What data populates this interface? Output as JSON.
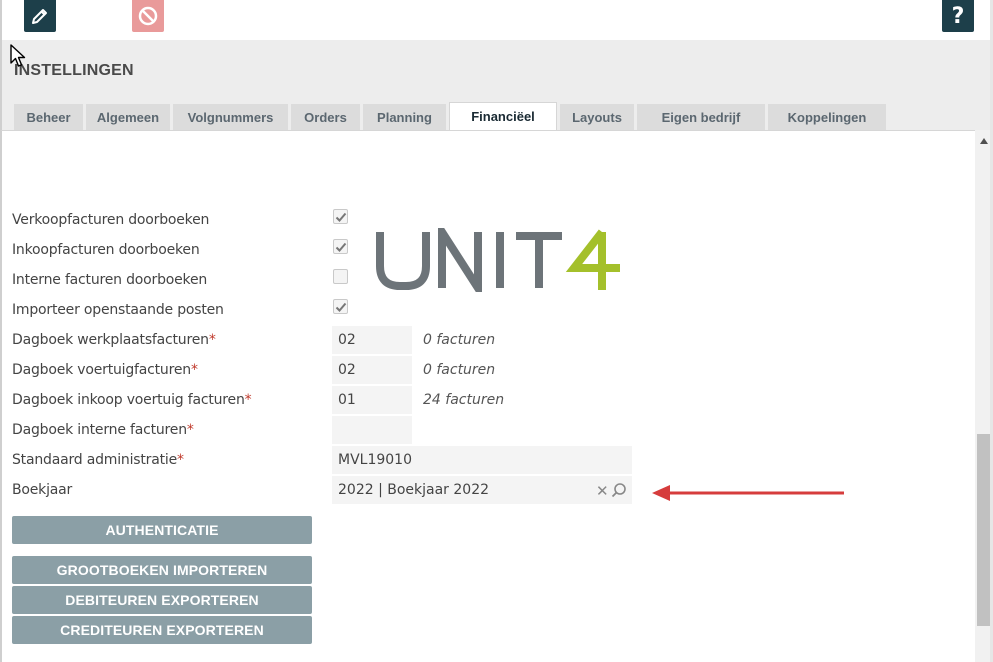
{
  "page": {
    "title": "INSTELLINGEN"
  },
  "tabs": [
    {
      "label": "Beheer"
    },
    {
      "label": "Algemeen"
    },
    {
      "label": "Volgnummers"
    },
    {
      "label": "Orders"
    },
    {
      "label": "Planning"
    },
    {
      "label": "Financiëel",
      "active": true
    },
    {
      "label": "Layouts"
    },
    {
      "label": "Eigen bedrijf"
    },
    {
      "label": "Koppelingen"
    }
  ],
  "form": {
    "verkoop": {
      "label": "Verkoopfacturen doorboeken",
      "checked": true
    },
    "inkoop": {
      "label": "Inkoopfacturen doorboeken",
      "checked": true
    },
    "interne": {
      "label": "Interne facturen doorboeken",
      "checked": false
    },
    "importeer": {
      "label": "Importeer openstaande posten",
      "checked": true
    },
    "dagboek_werkplaats": {
      "label": "Dagboek werkplaatsfacturen",
      "required": "*",
      "value": "02",
      "hint": "0 facturen"
    },
    "dagboek_voertuig": {
      "label": "Dagboek voertuigfacturen",
      "required": "*",
      "value": "02",
      "hint": "0 facturen"
    },
    "dagboek_inkoop_voertuig": {
      "label": "Dagboek inkoop voertuig facturen",
      "required": "*",
      "value": "01",
      "hint": "24 facturen"
    },
    "dagboek_interne": {
      "label": "Dagboek interne facturen",
      "required": "*",
      "value": ""
    },
    "standaard_administratie": {
      "label": "Standaard administratie",
      "required": "*",
      "value": "MVL19010"
    },
    "boekjaar": {
      "label": "Boekjaar",
      "value": "2022 | Boekjaar 2022"
    }
  },
  "buttons": {
    "authenticatie": "AUTHENTICATIE",
    "grootboeken": "GROOTBOEKEN IMPORTEREN",
    "debiteuren": "DEBITEUREN EXPORTEREN",
    "crediteuren": "CREDITEUREN EXPORTEREN"
  },
  "logo": {
    "text": "UNIT4"
  },
  "colors": {
    "button_dark": "#1d3f4a",
    "button_cancel": "#e99a9a",
    "action_button": "#8b9fa6",
    "logo_gray": "#6d7479",
    "logo_green": "#a4c02b",
    "annotation_arrow": "#d63c3c",
    "required": "#c0392b"
  },
  "icons": [
    "pencil-icon",
    "cancel-icon",
    "help-icon",
    "checkmark-icon",
    "clear-icon",
    "search-icon",
    "scroll-up-icon",
    "mouse-cursor-icon"
  ]
}
